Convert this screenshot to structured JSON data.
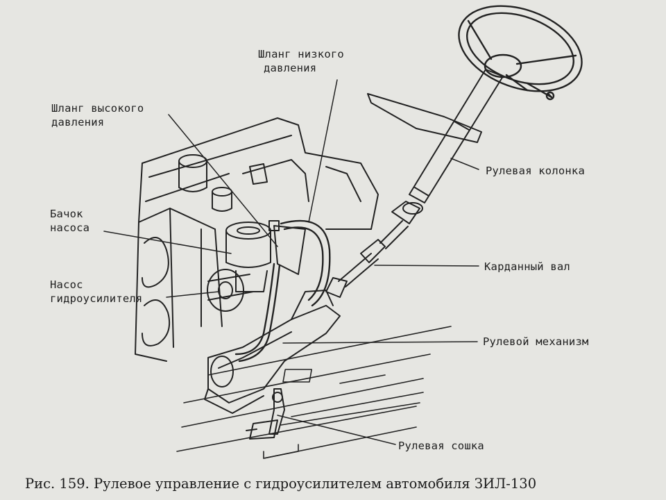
{
  "diagram": {
    "labels": {
      "low_pressure_hose": [
        "Шланг низкого",
        "давления"
      ],
      "high_pressure_hose": [
        "Шланг высокого",
        "давления"
      ],
      "pump_tank": [
        "Бачок",
        "насоса"
      ],
      "booster_pump": [
        "Насос",
        "гидроусилителя"
      ],
      "steering_column": "Рулевая колонка",
      "cardan_shaft": "Карданный вал",
      "steering_gear": "Рулевой механизм",
      "pitman_arm": "Рулевая сошка"
    },
    "caption": "Рис. 159. Рулевое управление с гидроусилителем автомобиля ЗИЛ-130"
  },
  "colors": {
    "paper": "#e6e6e2",
    "ink": "#1c1c1c"
  }
}
